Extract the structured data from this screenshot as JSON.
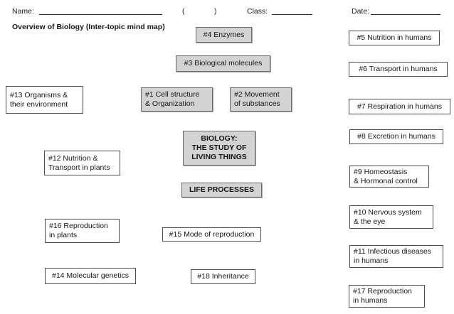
{
  "header": {
    "name_label": "Name:",
    "paren_open": "(",
    "paren_close": ")",
    "class_label": "Class:",
    "date_label": "Date:",
    "title": "Overview of Biology (Inter-topic mind map)"
  },
  "colors": {
    "shaded_box_fill": "#d3d3d3",
    "shaded_box_border": "#6a6a6a",
    "white_box_border": "#4c4c4c",
    "text": "#161616",
    "background": "#ffffff"
  },
  "center_boxes": {
    "biology": "BIOLOGY:\nTHE STUDY OF\nLIVING THINGS",
    "life_processes": "LIFE PROCESSES"
  },
  "topic_boxes": {
    "b1": "#1 Cell structure\n& Organization",
    "b2": "#2 Movement\nof substances",
    "b3": "#3 Biological molecules",
    "b4": "#4 Enzymes",
    "b5": "#5 Nutrition in humans",
    "b6": "#6 Transport in humans",
    "b7": "#7 Respiration in humans",
    "b8": "#8 Excretion in humans",
    "b9": "#9 Homeostasis\n& Hormonal control",
    "b10": "#10 Nervous system\n& the eye",
    "b11": "#11 Infectious diseases\n in humans",
    "b12": "#12 Nutrition &\nTransport in plants",
    "b13": "#13 Organisms &\ntheir environment",
    "b14": "#14 Molecular genetics",
    "b15": "#15 Mode of reproduction",
    "b16": "#16 Reproduction\nin plants",
    "b17": "#17 Reproduction\nin humans",
    "b18": "#18 Inheritance"
  }
}
